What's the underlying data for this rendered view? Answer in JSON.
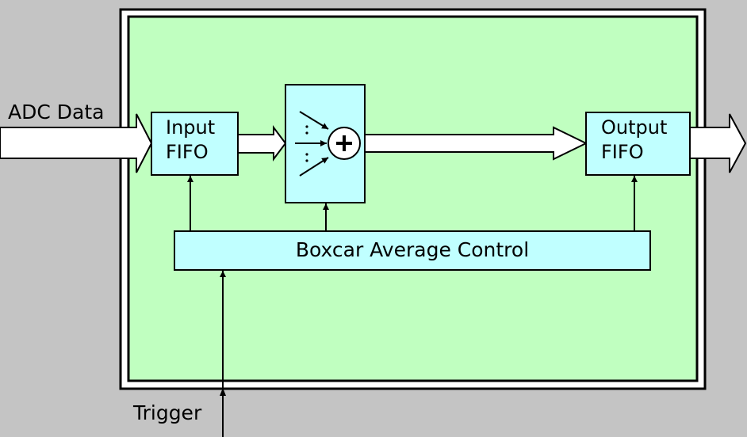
{
  "labels": {
    "adc_data": "ADC Data",
    "trigger": "Trigger"
  },
  "blocks": {
    "input_fifo": {
      "line1": "Input",
      "line2": "FIFO"
    },
    "output_fifo": {
      "line1": "Output",
      "line2": "FIFO"
    },
    "control": "Boxcar Average Control"
  },
  "colors": {
    "background": "#c4c4c4",
    "board_fill": "#c0ffc0",
    "block_fill": "#c0ffff",
    "arrow_fill": "#ffffff",
    "stroke": "#000000"
  },
  "icons": {
    "adder": "summing-junction-plus-icon"
  }
}
